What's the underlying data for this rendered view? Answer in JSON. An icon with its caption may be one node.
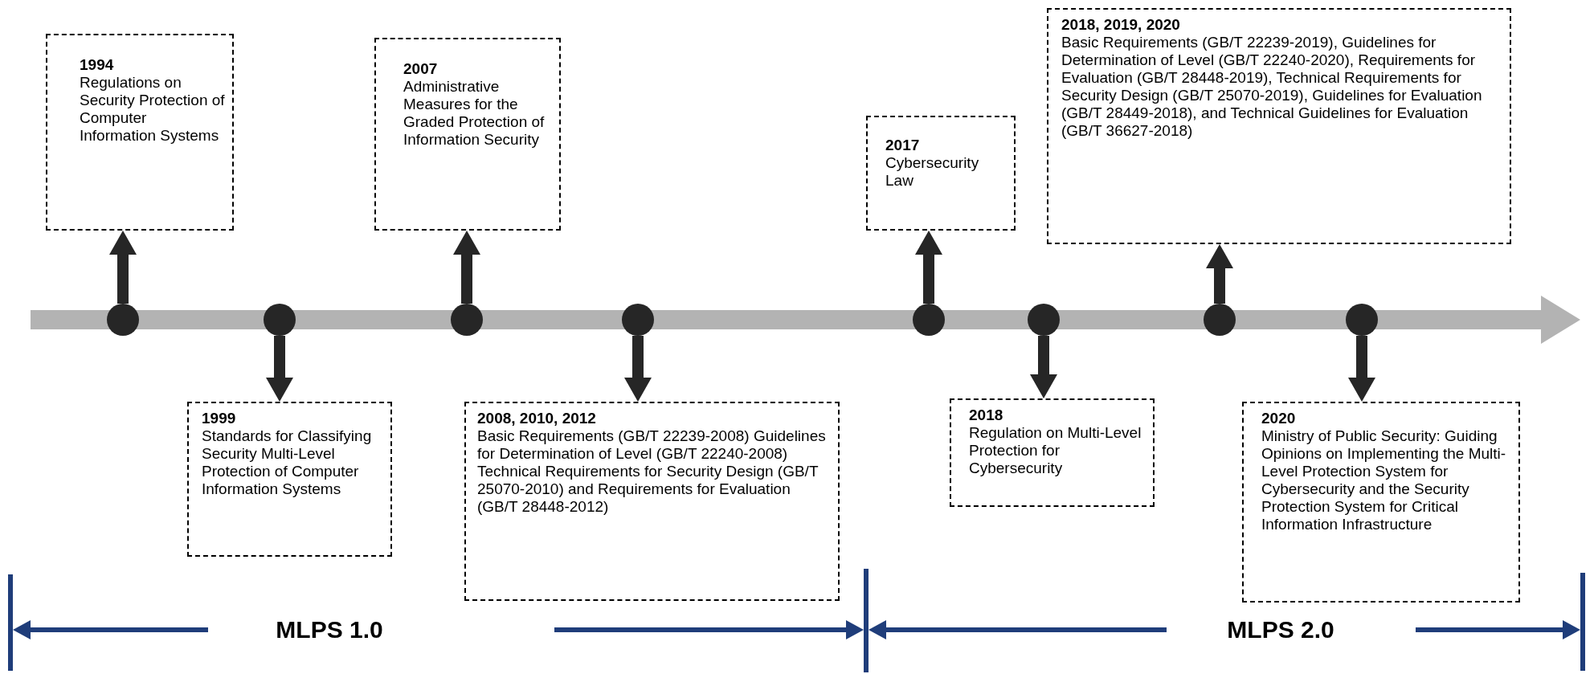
{
  "diagram": {
    "nodes": [
      {
        "text": [
          "1994",
          "Regulations on Security Protection of Computer Information Systems"
        ]
      },
      {
        "text": [
          "1999",
          "Standards for Classifying Security Multi-Level Protection of Computer Information Systems"
        ]
      },
      {
        "text": [
          "2007",
          "Administrative Measures for the Graded Protection of Information Security"
        ]
      },
      {
        "text": [
          "2008, 2010, 2012",
          "Basic Requirements (GB/T 22239-2008) Guidelines for Determination of Level (GB/T 22240-2008) Technical Requirements for Security Design (GB/T 25070-2010) and Requirements for Evaluation (GB/T 28448-2012)"
        ]
      },
      {
        "text": [
          "2017",
          "Cybersecurity Law"
        ]
      },
      {
        "text": [
          "2018",
          "Regulation on Multi-Level Protection for Cybersecurity"
        ]
      },
      {
        "text": [
          "2018, 2019, 2020",
          "Basic Requirements (GB/T 22239-2019), Guidelines for Determination of Level (GB/T 22240-2020), Requirements for Evaluation (GB/T 28448-2019), Technical Requirements for Security Design (GB/T 25070-2019), Guidelines for Evaluation (GB/T 28449-2018), and Technical Guidelines for Evaluation (GB/T 36627-2018)"
        ]
      },
      {
        "text": [
          "2020",
          "Ministry of Public Security: Guiding Opinions on Implementing the Multi-Level Protection System for Cybersecurity and the Security Protection System for Critical Information Infrastructure"
        ]
      },
      {
        "text": [],
        "shape": "circle"
      },
      {
        "text": [],
        "shape": "circle"
      },
      {
        "text": [],
        "shape": "circle"
      },
      {
        "text": [],
        "shape": "circle"
      },
      {
        "text": [],
        "shape": "circle"
      },
      {
        "text": [],
        "shape": "circle"
      },
      {
        "text": [],
        "shape": "circle"
      },
      {
        "text": [],
        "shape": "circle"
      }
    ],
    "edges": [
      {
        "from": 8,
        "to": 0,
        "arrow": "to"
      },
      {
        "from": 9,
        "to": 1,
        "arrow": "to"
      },
      {
        "from": 10,
        "to": 2,
        "arrow": "to"
      },
      {
        "from": 11,
        "to": 3,
        "arrow": "to"
      },
      {
        "from": 12,
        "to": 4,
        "arrow": "to"
      },
      {
        "from": 13,
        "to": 5,
        "arrow": "to"
      },
      {
        "from": 14,
        "to": 6,
        "arrow": "to"
      },
      {
        "from": 15,
        "to": 7,
        "arrow": "to"
      }
    ],
    "labels": [
      "MLPS 1.0",
      "MLPS 2.0"
    ]
  }
}
